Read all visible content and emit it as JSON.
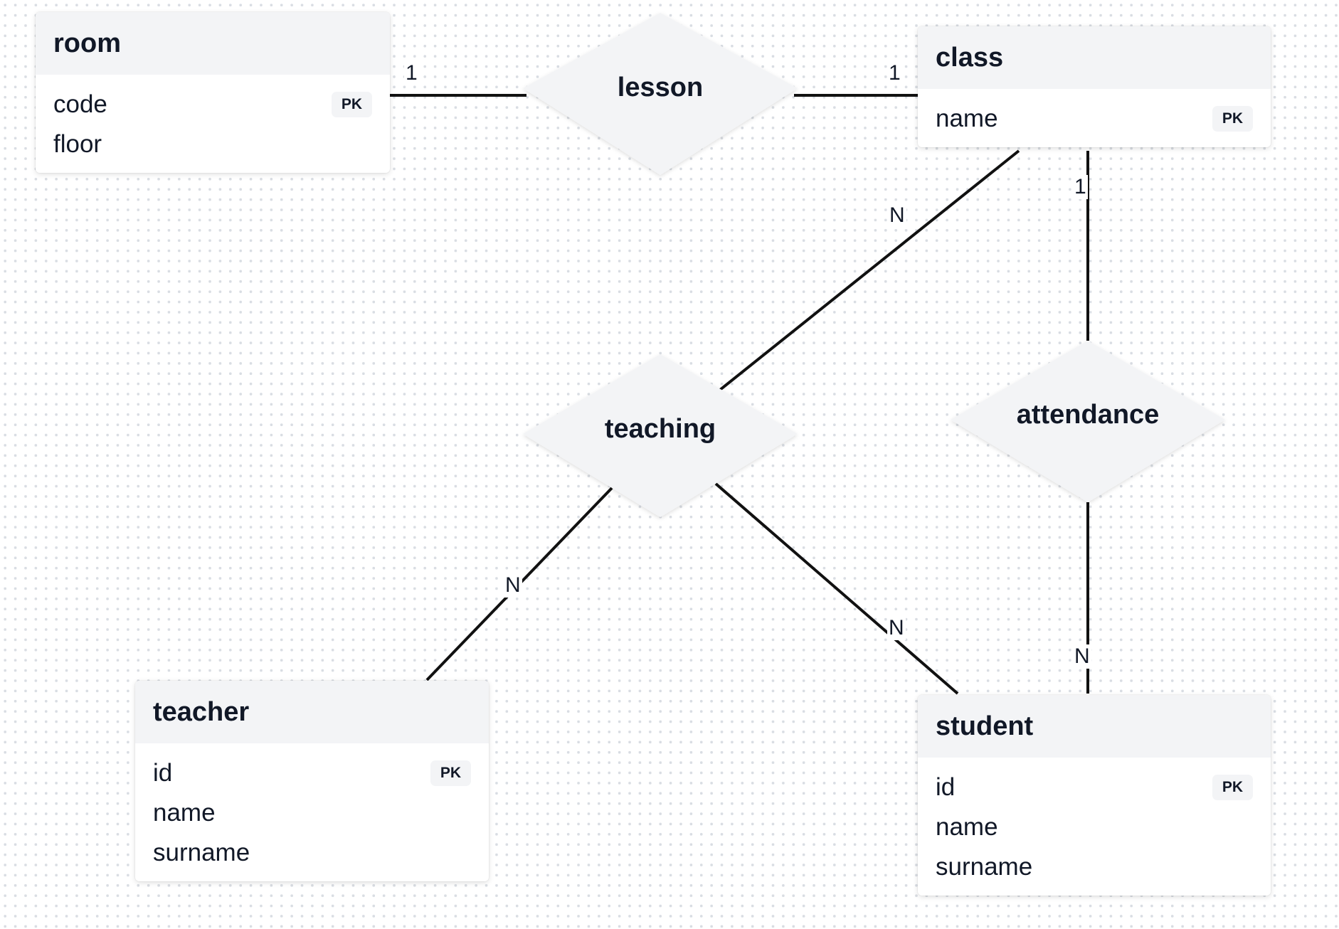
{
  "entities": {
    "room": {
      "name": "room",
      "attributes": [
        {
          "name": "code",
          "badge": "PK"
        },
        {
          "name": "floor"
        }
      ]
    },
    "class": {
      "name": "class",
      "attributes": [
        {
          "name": "name",
          "badge": "PK"
        }
      ]
    },
    "teacher": {
      "name": "teacher",
      "attributes": [
        {
          "name": "id",
          "badge": "PK"
        },
        {
          "name": "name"
        },
        {
          "name": "surname"
        }
      ]
    },
    "student": {
      "name": "student",
      "attributes": [
        {
          "name": "id",
          "badge": "PK"
        },
        {
          "name": "name"
        },
        {
          "name": "surname"
        }
      ]
    }
  },
  "relationships": {
    "lesson": {
      "label": "lesson"
    },
    "teaching": {
      "label": "teaching"
    },
    "attendance": {
      "label": "attendance"
    }
  },
  "cardinalities": {
    "room_lesson": "1",
    "class_lesson": "1",
    "class_teaching": "N",
    "class_attendance": "1",
    "teacher_teaching": "N",
    "student_teaching": "N",
    "student_attendance": "N"
  },
  "colors": {
    "header_bg": "#f3f4f6",
    "diamond_fill": "#f3f4f6",
    "line": "#111111",
    "text": "#111827"
  }
}
